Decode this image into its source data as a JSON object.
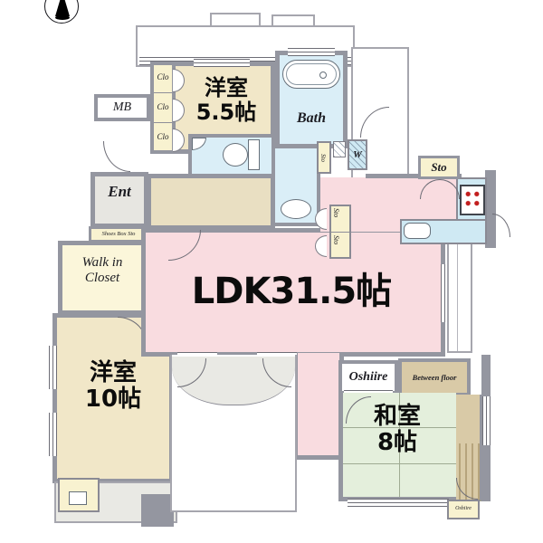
{
  "plan": {
    "title": "apartment-floor-plan",
    "compass": "north-arrow"
  },
  "rooms": {
    "western55": {
      "line1": "洋室",
      "line2": "5.5帖"
    },
    "western10": {
      "line1": "洋室",
      "line2": "10帖"
    },
    "ldk": {
      "label": "LDK31.5帖"
    },
    "washitsu": {
      "line1": "和室",
      "line2": "8帖"
    },
    "bath": "Bath",
    "ent": "Ent",
    "wic_line1": "Walk in",
    "wic_line2": "Closet",
    "mb": "MB",
    "clo": "Clo",
    "sto": "Sto",
    "w": "W",
    "shoes_box": "Shoes Box Sto",
    "oshiire": "Oshiire",
    "between_floor": "Between floor",
    "oshiire_small": "Oshiire"
  },
  "colors": {
    "wall": "#9496a0",
    "ldk_pink": "#f9dce0",
    "western_tan": "#f1e7c8",
    "closet_yellow": "#f8f2d0",
    "wet_blue": "#cfe9f3",
    "tatami_green": "#e4efdc",
    "wood": "#d9caa7",
    "balcony_gray": "#e9e9e4",
    "stove_burner_red": "#c21e1e",
    "text_black": "#0c0c0c"
  }
}
